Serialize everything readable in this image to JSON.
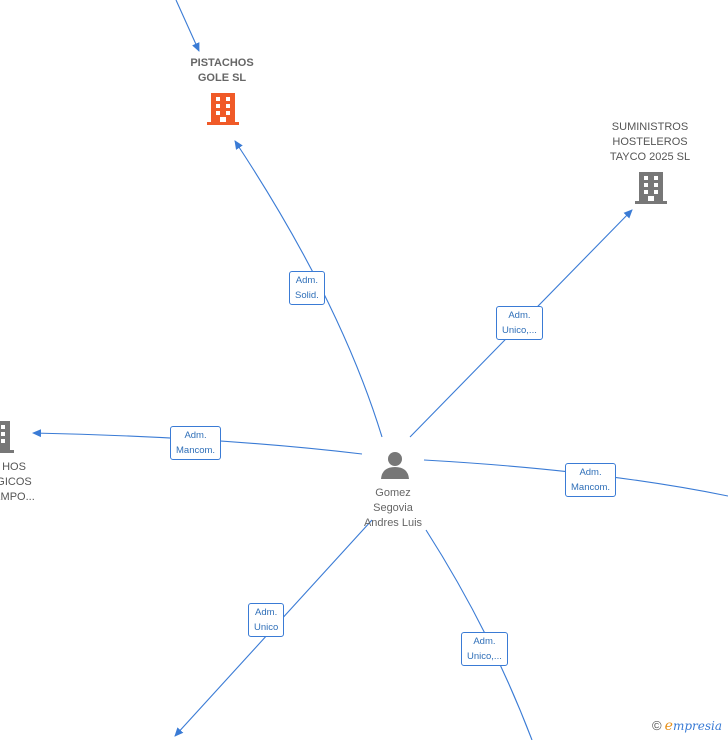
{
  "nodes": {
    "pistachos": {
      "label": "PISTACHOS\nGOLE  SL",
      "icon": "building-icon",
      "color": "#f05a28"
    },
    "suministros": {
      "label": "SUMINISTROS\nHOSTELEROS\nTAYCO 2025  SL",
      "icon": "building-icon",
      "color": "#777777"
    },
    "left_company": {
      "label": "HOS\nGICOS\nEMPO...",
      "icon": "building-icon",
      "color": "#777777"
    },
    "person": {
      "label": "Gomez\nSegovia\nAndres Luis",
      "icon": "person-icon",
      "color": "#666666"
    }
  },
  "edges": [
    {
      "label": "Adm.\nSolid."
    },
    {
      "label": "Adm.\nUnico,..."
    },
    {
      "label": "Adm.\nMancom."
    },
    {
      "label": "Adm.\nMancom."
    },
    {
      "label": "Adm.\nUnico"
    },
    {
      "label": "Adm.\nUnico,..."
    }
  ],
  "colors": {
    "edge": "#3a7bd5",
    "accent": "#f05a28"
  },
  "watermark": {
    "copyright": "©",
    "brand_first": "e",
    "brand_rest": "mpresia"
  }
}
